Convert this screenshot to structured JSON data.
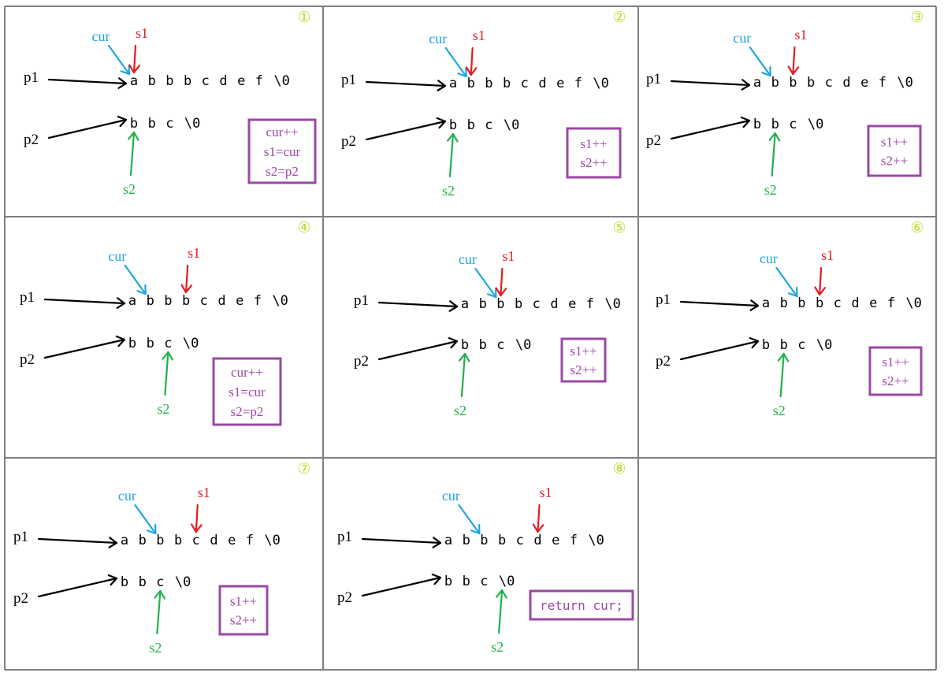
{
  "labels": {
    "p1": "p1",
    "p2": "p2",
    "cur": "cur",
    "s1": "s1",
    "s2": "s2"
  },
  "strings": {
    "str1": [
      "a",
      "b",
      "b",
      "b",
      "c",
      "d",
      "e",
      "f",
      "\\0"
    ],
    "str2": [
      "b",
      "b",
      "c",
      "\\0"
    ]
  },
  "colors": {
    "grid": "#7f7f7f",
    "pointer": "#000000",
    "cur": "#1ea5e0",
    "s1": "#e31b23",
    "s2": "#21b04b",
    "box": "#9b48a5",
    "step_number": "#b9de2c"
  },
  "steps": [
    {
      "num": "①",
      "cur": 0,
      "s1": 0,
      "s2": 0,
      "ops": [
        "cur++",
        "s1=cur",
        "s2=p2"
      ]
    },
    {
      "num": "②",
      "cur": 1,
      "s1": 1,
      "s2": 0,
      "ops": [
        "s1++",
        "s2++"
      ]
    },
    {
      "num": "③",
      "cur": 1,
      "s1": 2,
      "s2": 1,
      "ops": [
        "s1++",
        "s2++"
      ]
    },
    {
      "num": "④",
      "cur": 1,
      "s1": 3,
      "s2": 2,
      "ops": [
        "cur++",
        "s1=cur",
        "s2=p2"
      ]
    },
    {
      "num": "⑤",
      "cur": 2,
      "s1": 2,
      "s2": 0,
      "ops": [
        "s1++",
        "s2++"
      ]
    },
    {
      "num": "⑥",
      "cur": 2,
      "s1": 3,
      "s2": 1,
      "ops": [
        "s1++",
        "s2++"
      ]
    },
    {
      "num": "⑦",
      "cur": 2,
      "s1": 4,
      "s2": 2,
      "ops": [
        "s1++",
        "s2++"
      ]
    },
    {
      "num": "⑧",
      "cur": 2,
      "s1": 5,
      "s2": 3,
      "ops": [
        "return cur;"
      ]
    }
  ]
}
